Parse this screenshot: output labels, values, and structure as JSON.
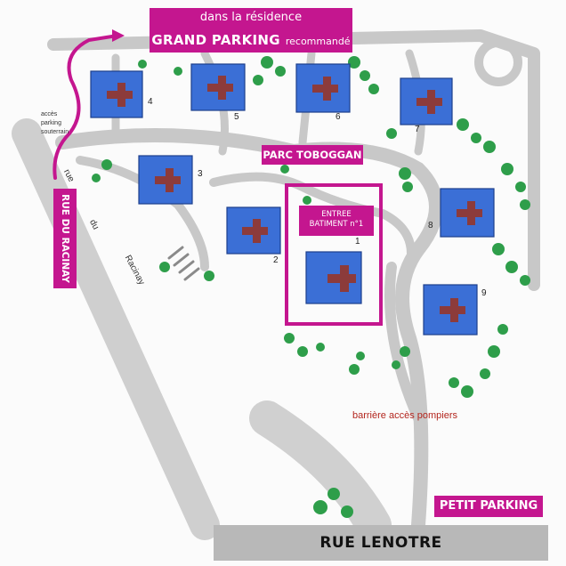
{
  "labels": {
    "grand_parking_top": "dans la résidence",
    "grand_parking_main": "GRAND PARKING",
    "grand_parking_sub": "recommandé",
    "parc_toboggan": "PARC TOBOGGAN",
    "entree_line1": "ENTREE",
    "entree_line2": "BATIMENT n°1",
    "petit_parking": "PETIT PARKING",
    "rue_du_racinay_badge": "RUE DU RACINAY",
    "rue_lenotre": "RUE LENOTRE",
    "barriere": "barrière accès pompiers",
    "acces_line1": "accès",
    "acces_line2": "parking",
    "acces_line3": "souterrain",
    "road_rue": "rue",
    "road_du": "du",
    "road_racinay": "Racinay"
  },
  "buildings": [
    {
      "number": "1"
    },
    {
      "number": "2"
    },
    {
      "number": "3"
    },
    {
      "number": "4"
    },
    {
      "number": "5"
    },
    {
      "number": "6"
    },
    {
      "number": "7"
    },
    {
      "number": "8"
    },
    {
      "number": "9"
    }
  ],
  "colors": {
    "accent": "#c4168f",
    "building": "#3b6fd6",
    "building_stroke": "#1d3f8c",
    "roof": "#8c3b3b",
    "road": "#c8c8c8",
    "tree": "#2e9e4a",
    "warning_text": "#b3261e"
  }
}
